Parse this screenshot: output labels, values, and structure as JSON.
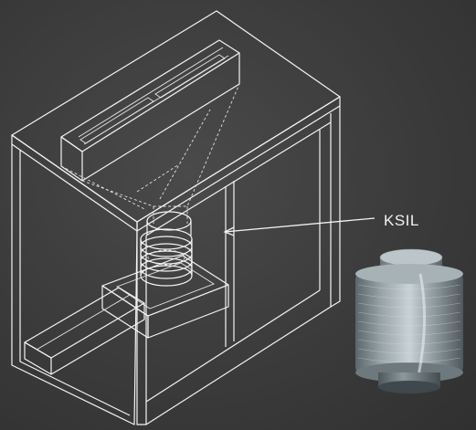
{
  "callout": {
    "label": "KSIL"
  },
  "colors": {
    "background": "#3a3a3a",
    "line": "#f4f4f4",
    "product_metal": "#8e9aa0"
  },
  "icons": {
    "cabinet": "cabinet-wireframe-drawing",
    "silencer": "ksil-silencer-photo"
  }
}
